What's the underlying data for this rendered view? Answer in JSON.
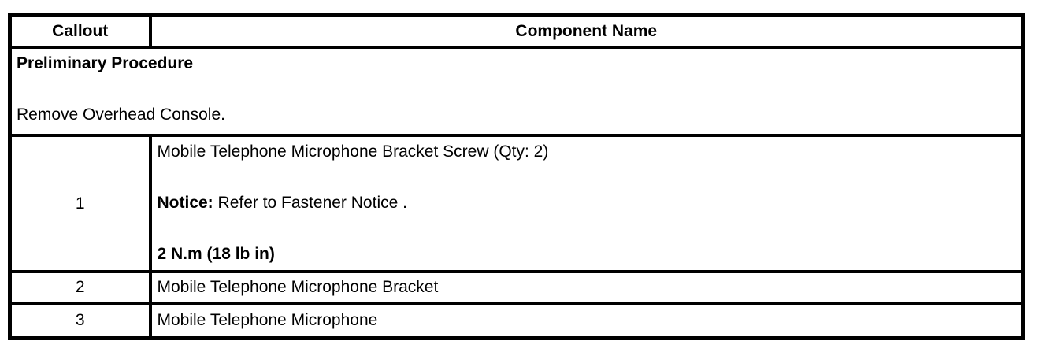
{
  "page": {
    "background_color": "#ffffff",
    "border_color": "#000000",
    "text_color": "#000000"
  },
  "table": {
    "header": {
      "callout": "Callout",
      "component": "Component Name"
    },
    "preliminary": {
      "title": "Preliminary Procedure",
      "step": "Remove Overhead Console."
    },
    "rows": [
      {
        "callout": "1",
        "name": "Mobile Telephone Microphone Bracket Screw (Qty: 2)",
        "notice_label": "Notice:",
        "notice_text": " Refer to Fastener Notice .",
        "torque": "2 N.m (18 lb in)"
      },
      {
        "callout": "2",
        "name": "Mobile Telephone Microphone Bracket"
      },
      {
        "callout": "3",
        "name": "Mobile Telephone Microphone"
      }
    ]
  }
}
